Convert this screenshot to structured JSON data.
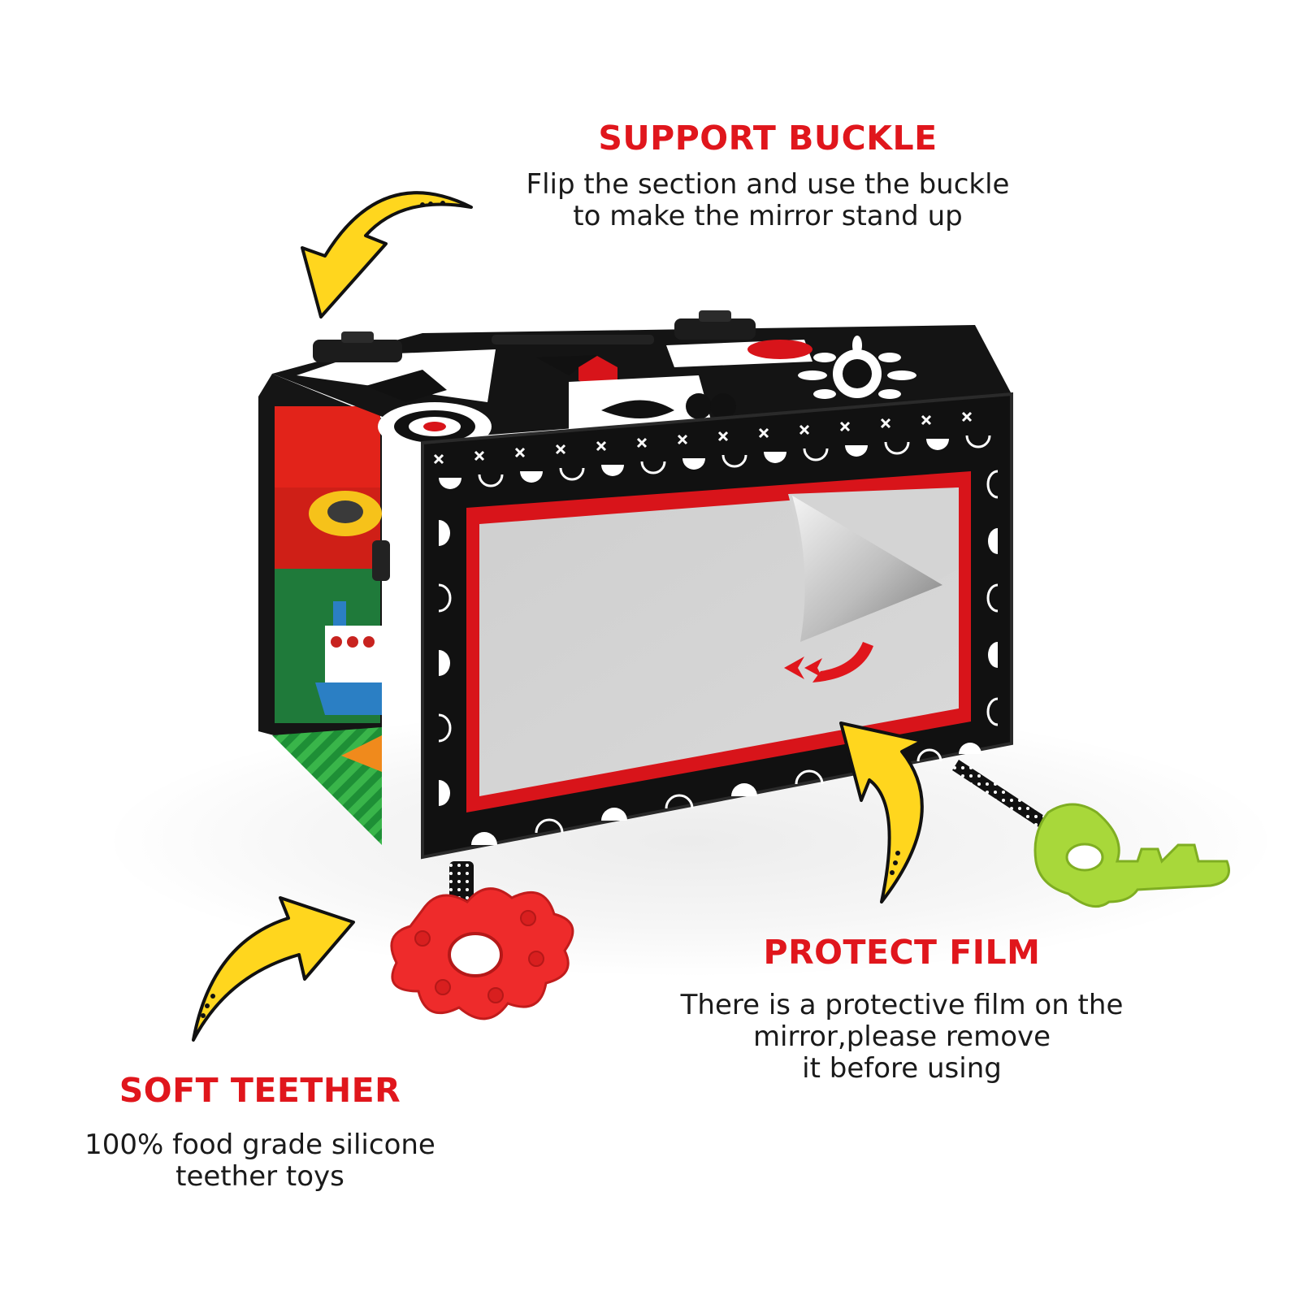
{
  "callouts": {
    "support_buckle": {
      "title": "SUPPORT BUCKLE",
      "lines": [
        "Flip the section and use the buckle",
        "to make the mirror stand up"
      ]
    },
    "protect_film": {
      "title": "PROTECT FILM",
      "lines": [
        "There is a protective film on the",
        "mirror,please remove",
        "it before using"
      ]
    },
    "soft_teether": {
      "title": "SOFT TEETHER",
      "lines": [
        "100% food grade silicone",
        "teether toys"
      ]
    }
  },
  "colors": {
    "heading_red": "#e0161c",
    "arrow_yellow": "#ffd61e",
    "fabric_black": "#111111",
    "mirror_frame_red": "#d8141a",
    "teether_red": "#ee2b2b",
    "teether_green": "#a8d83a"
  },
  "icons": [
    "curved-arrow-icon",
    "mirror-peel-arrow-icon"
  ]
}
